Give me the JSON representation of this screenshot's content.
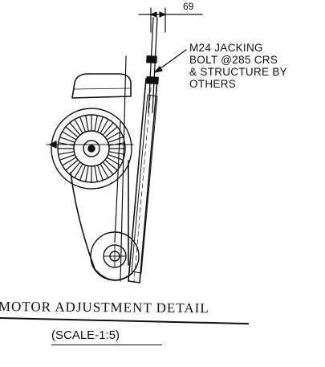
{
  "dimension": {
    "value": "69"
  },
  "callout": {
    "lines": [
      "M24 JACKING",
      "BOLT @285 CRS",
      "& STRUCTURE BY",
      "OTHERS"
    ]
  },
  "title": {
    "main": "MOTOR ADJUSTMENT DETAIL",
    "scale": "(SCALE-1:5)"
  }
}
